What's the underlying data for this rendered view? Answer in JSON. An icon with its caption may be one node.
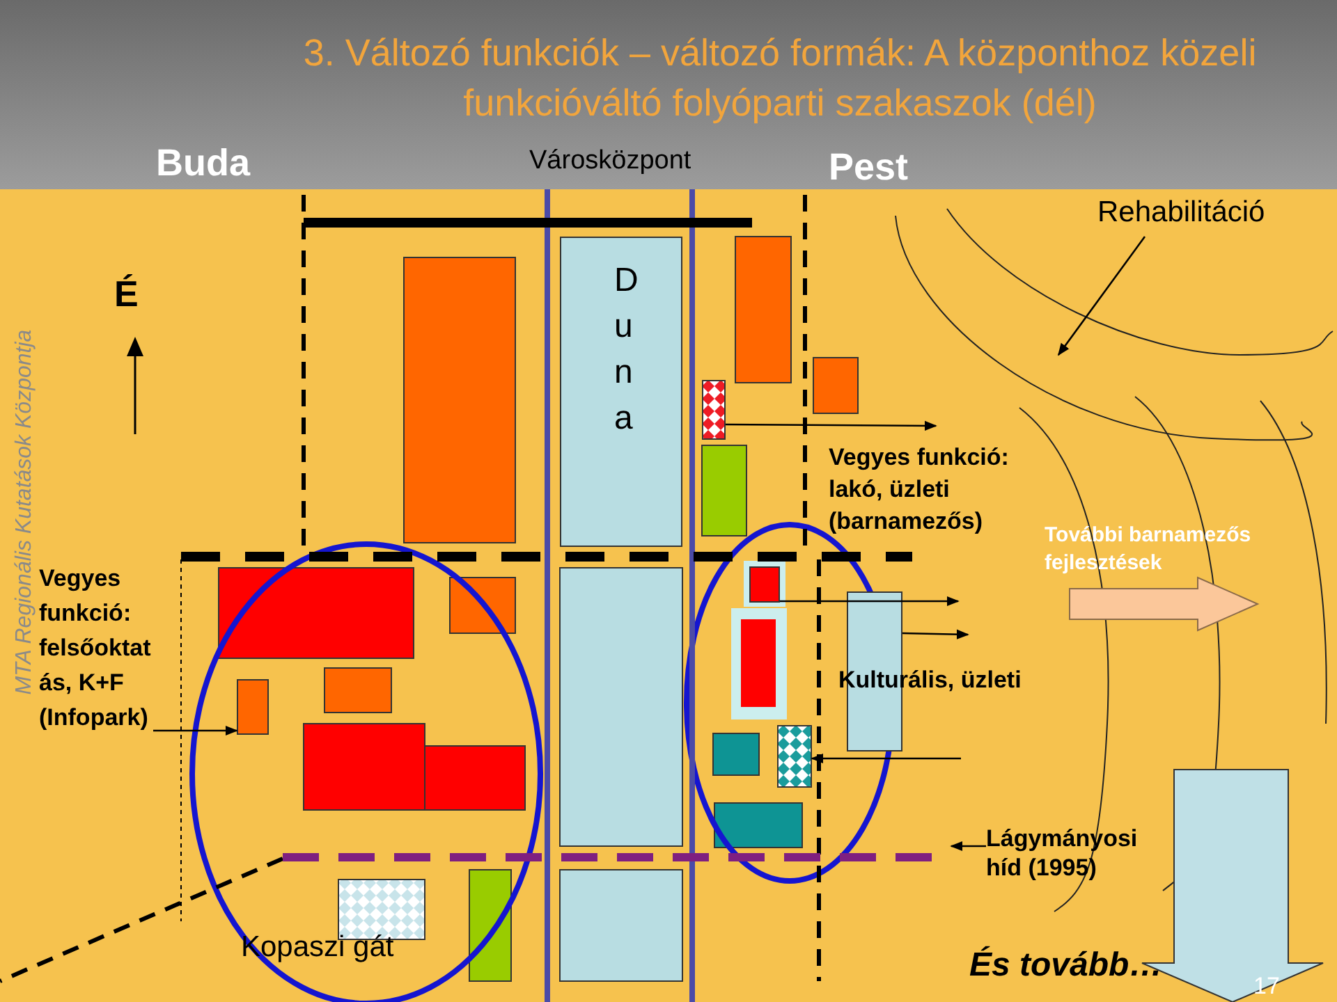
{
  "diagram": {
    "title": "3. Változó funkciók – változó formák: A központhoz közeli funkcióváltó folyóparti szakaszok (dél)",
    "nodes": [
      {
        "text": [
          "Rehabilitáció"
        ]
      },
      {
        "text": [
          "Duna"
        ]
      },
      {
        "text": [],
        "shape": "box"
      },
      {
        "text": [
          "Vegyes funkció: lakó, üzleti (barnamezős)"
        ]
      },
      {
        "text": [],
        "shape": "box"
      },
      {
        "text": [],
        "shape": "box"
      },
      {
        "text": [
          "Vegyes funkció: felsőoktatás, K+F (Infopark)"
        ]
      },
      {
        "text": [],
        "shape": "box"
      },
      {
        "text": [
          "Kulturális, üzleti"
        ]
      },
      {
        "text": [],
        "shape": "box"
      },
      {
        "text": [
          "Lágymányosi híd (1995)"
        ]
      }
    ],
    "edges": [
      {
        "from": 0,
        "to": null,
        "arrow": "to"
      },
      {
        "from": 2,
        "to": 3,
        "arrow": "to"
      },
      {
        "from": 4,
        "to": null,
        "arrow": "to"
      },
      {
        "from": 5,
        "to": 8,
        "arrow": "to"
      },
      {
        "from": null,
        "to": 9,
        "arrow": "to"
      },
      {
        "from": 6,
        "to": 7,
        "arrow": "to"
      },
      {
        "from": 10,
        "to": null,
        "arrow": "to"
      }
    ],
    "labels": [
      "Városközpont",
      "Buda",
      "Pest",
      "É",
      "MTA Regionális Kutatások Központja",
      "További barnamezős fejlesztések",
      "Kopaszi gát",
      "És tovább…",
      "17"
    ]
  }
}
